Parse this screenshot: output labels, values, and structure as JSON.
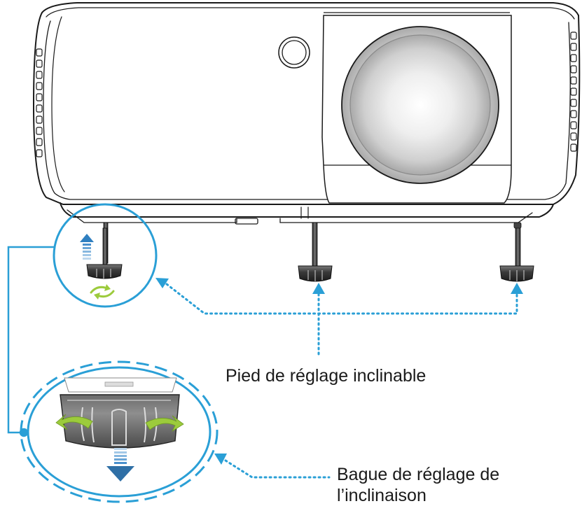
{
  "labels": {
    "tilt_foot": "Pied de réglage inclinable",
    "tilt_ring_line1": "Bague de réglage de",
    "tilt_ring_line2": "l’inclinaison"
  },
  "colors": {
    "callout": "#2a9fd6",
    "arrow_up_blue": "#3d8fc8",
    "arrow_down_blue": "#2f6fa6",
    "rotate_arrow": "#a9d34a",
    "outline": "#1a1a1a"
  },
  "icons": [
    "up-arrow-icon",
    "rotate-arrow-icon",
    "down-arrow-icon",
    "twist-left-arrow-icon",
    "twist-right-arrow-icon"
  ]
}
